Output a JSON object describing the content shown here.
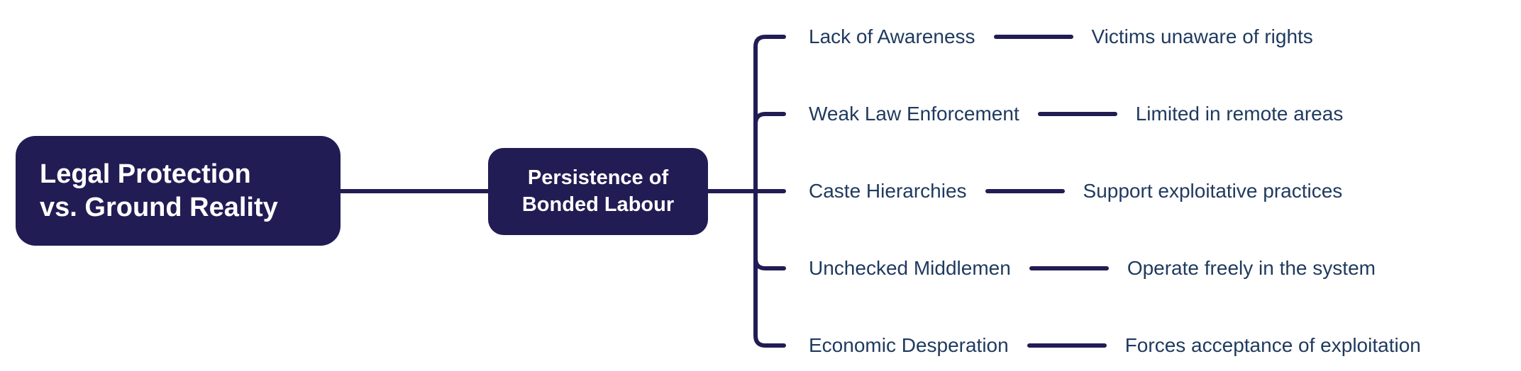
{
  "diagram": {
    "root": {
      "lines": [
        "Legal Protection",
        "vs. Ground Reality"
      ]
    },
    "parent": {
      "lines": [
        "Persistence of",
        "Bonded Labour"
      ]
    },
    "branches": [
      {
        "label": "Lack of Awareness",
        "description": "Victims unaware of rights"
      },
      {
        "label": "Weak Law Enforcement",
        "description": "Limited in remote areas"
      },
      {
        "label": "Caste Hierarchies",
        "description": "Support exploitative practices"
      },
      {
        "label": "Unchecked Middlemen",
        "description": "Operate freely in the system"
      },
      {
        "label": "Economic Desperation",
        "description": "Forces acceptance of exploitation"
      }
    ]
  },
  "colors": {
    "node_fill": "#221c54",
    "line": "#221c54",
    "branch_text": "#1f3a5e",
    "node_text": "#ffffff",
    "background": "#ffffff"
  }
}
